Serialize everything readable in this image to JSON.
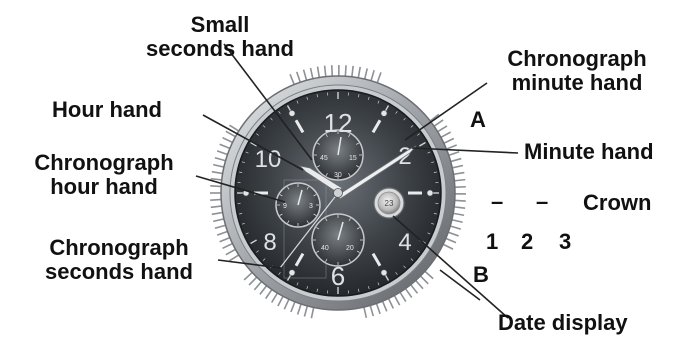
{
  "labels": {
    "small_seconds_hand": [
      "Small",
      "seconds hand"
    ],
    "hour_hand": "Hour hand",
    "chronograph_hour_hand": [
      "Chronograph",
      "hour hand"
    ],
    "chronograph_seconds_hand": [
      "Chronograph",
      "seconds hand"
    ],
    "chronograph_minute_hand": [
      "Chronograph",
      "minute hand"
    ],
    "minute_hand": "Minute hand",
    "crown": "Crown",
    "date_display": "Date display",
    "pusher_a": "A",
    "pusher_b": "B",
    "crown_positions": [
      "1",
      "2",
      "3"
    ],
    "crown_dashes": [
      "–",
      "–"
    ]
  },
  "dial": {
    "numerals": [
      "12",
      "2",
      "4",
      "6",
      "8",
      "10"
    ],
    "date_value": "23",
    "minute_subdial_numbers": [
      "45",
      "15",
      "30"
    ],
    "hour_subdial_numbers": [
      "9",
      "3"
    ],
    "seconds_subdial_numbers": [
      "40",
      "20"
    ]
  },
  "colors": {
    "dial_dark": "#3a3f44",
    "bezel": "#b9bcbf",
    "text": "#111111"
  }
}
